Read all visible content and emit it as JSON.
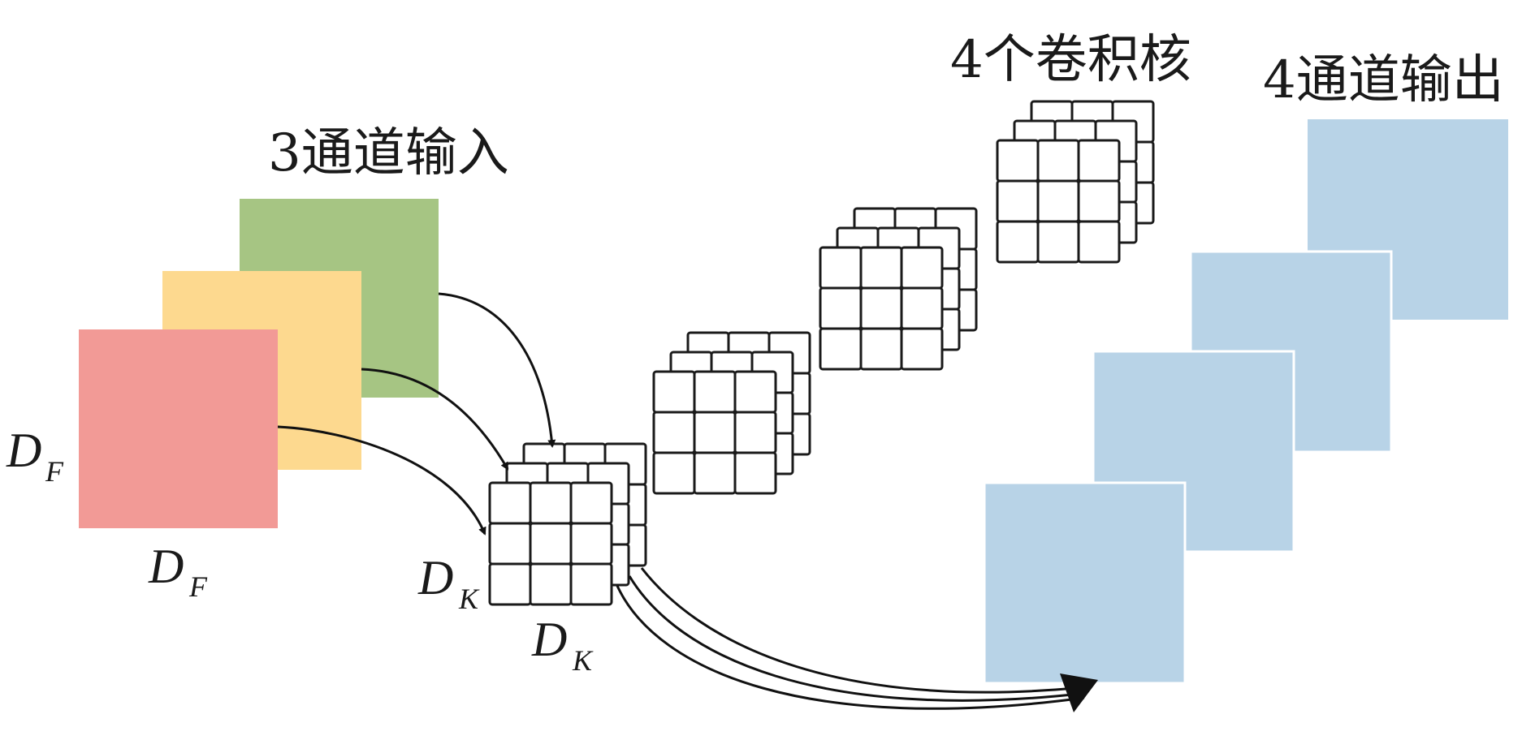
{
  "labels": {
    "input": "3通道输入",
    "kernels": "4个卷积核",
    "output": "4通道输出"
  },
  "dimensions": {
    "feature_letter": "D",
    "feature_sub": "F",
    "kernel_letter": "D",
    "kernel_sub": "K"
  },
  "input_channels": [
    {
      "name": "channel-3",
      "color": "#a6c583"
    },
    {
      "name": "channel-2",
      "color": "#fdd98f"
    },
    {
      "name": "channel-1",
      "color": "#f29a96"
    }
  ],
  "kernel_count": 4,
  "kernel_grid": {
    "rows": 3,
    "cols": 3,
    "layers": 3
  },
  "output_color": "#b8d3e7",
  "output_count": 4
}
